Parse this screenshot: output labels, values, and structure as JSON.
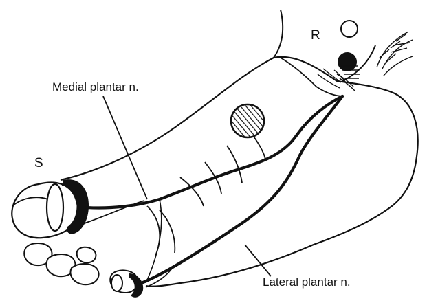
{
  "labels": {
    "recording_electrode": "R",
    "stimulating_electrode": "S",
    "medial_nerve": "Medial plantar n.",
    "lateral_nerve": "Lateral plantar n."
  },
  "colors": {
    "line": "#111111",
    "background": "#ffffff"
  }
}
